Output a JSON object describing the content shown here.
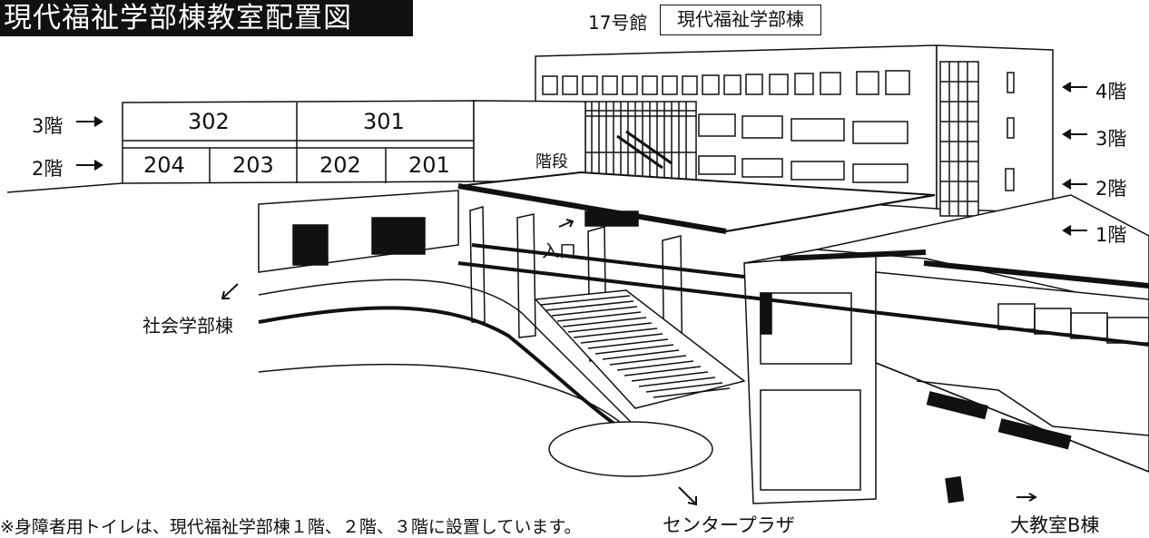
{
  "title": "現代福祉学部棟教室配置図",
  "building": {
    "number": "17号館",
    "name": "現代福祉学部棟"
  },
  "room_grid": {
    "floor3_label": "3階",
    "floor2_label": "2階",
    "floor3_rooms": [
      "302",
      "301"
    ],
    "floor2_rooms": [
      "204",
      "203",
      "202",
      "201"
    ]
  },
  "right_floor_labels": [
    "4階",
    "3階",
    "2階",
    "1階"
  ],
  "stairs_label": "階段",
  "entrance_label": "入口",
  "directions": {
    "social": "社会学部棟",
    "center_plaza": "センタープラザ",
    "lecture_b": "大教室B棟"
  },
  "footnote": "※身障者用トイレは、現代福祉学部棟１階、２階、３階に設置しています。"
}
